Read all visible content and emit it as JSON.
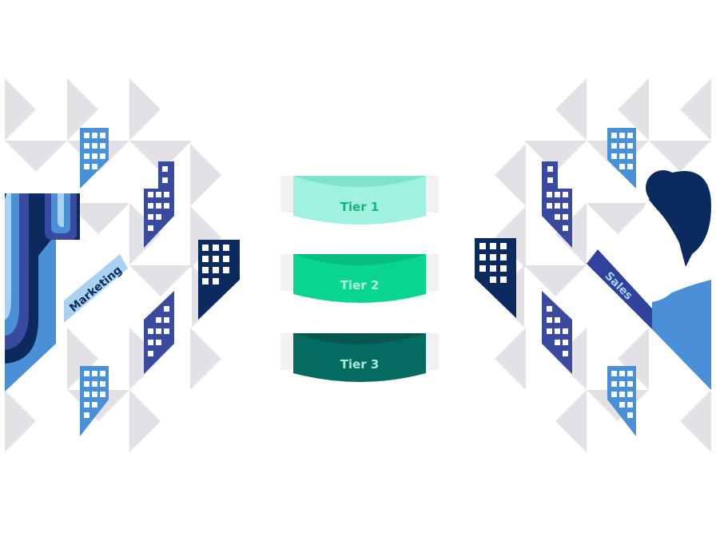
{
  "labels": {
    "marketing": "Marketing",
    "sales": "Sales"
  },
  "tiers": [
    {
      "label": "Tier 1",
      "color": "#9ef2df",
      "shade": "#7fe3cb",
      "text_color": "#16b37a"
    },
    {
      "label": "Tier 2",
      "color": "#08d68f",
      "shade": "#06bf7e",
      "text_color": "#b6f5dc"
    },
    {
      "label": "Tier 3",
      "color": "#046b61",
      "shade": "#03594f",
      "text_color": "#a8ead8"
    }
  ],
  "colors": {
    "triangle": "#e3e1e6",
    "triangle_light": "#eeedf0",
    "building_light": "#4a90d9",
    "building_mid": "#3a4a9e",
    "building_dark": "#0b2b5e",
    "window": "#ffffff",
    "banner_marketing": "#a9d2f0",
    "banner_sales": "#30439a",
    "person_dark": "#0b2b5e",
    "person_shirt": "#4a90d9"
  }
}
